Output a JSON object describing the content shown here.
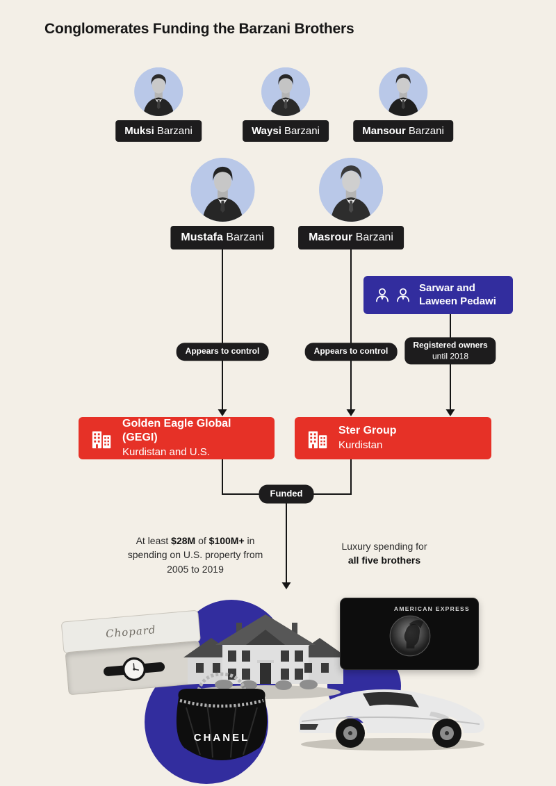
{
  "page": {
    "title": "Conglomerates Funding the Barzani Brothers"
  },
  "brothers": [
    {
      "first": "Muksi",
      "last": "Barzani"
    },
    {
      "first": "Waysi",
      "last": "Barzani"
    },
    {
      "first": "Mansour",
      "last": "Barzani"
    },
    {
      "first": "Mustafa",
      "last": "Barzani"
    },
    {
      "first": "Masrour",
      "last": "Barzani"
    }
  ],
  "owners_box": {
    "line1": "Sarwar and",
    "line2": "Laween Pedawi"
  },
  "labels": {
    "appears_to_control_left": "Appears to control",
    "appears_to_control_right": "Appears to control",
    "registered_owners": "Registered owners",
    "until": "until 2018",
    "funded": "Funded"
  },
  "companies": [
    {
      "name": "Golden Eagle Global (GEGI)",
      "location": "Kurdistan and U.S."
    },
    {
      "name": "Ster Group",
      "location": "Kurdistan"
    }
  ],
  "spending": {
    "left": {
      "pre": "At least ",
      "amount1": "$28M",
      "mid": " of ",
      "amount2": "$100M+",
      "post": " in spending on U.S. property from 2005 to 2019"
    },
    "right": {
      "line1": "Luxury spending for",
      "line2": "all five brothers"
    }
  },
  "collage": {
    "watch_brand": "Chopard",
    "card_brand": "AMERICAN EXPRESS",
    "bag_brand": "CHANEL"
  },
  "colors": {
    "background": "#f3efe7",
    "red": "#e63127",
    "blue": "#322d9e",
    "dark": "#1d1c1d",
    "portrait_bg": "#b9c8e8",
    "line": "#141414"
  }
}
